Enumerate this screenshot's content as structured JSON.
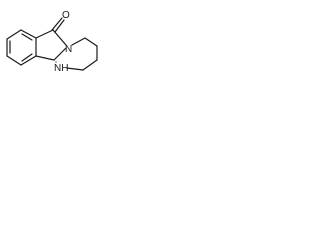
{
  "molecule": {
    "atom_labels": {
      "carbonyl_oxygen": "O",
      "ring_nitrogen": "N",
      "amine_nitrogen": "NH"
    }
  },
  "colors": {
    "bond": "#1a1a1a",
    "background": "#ffffff"
  }
}
